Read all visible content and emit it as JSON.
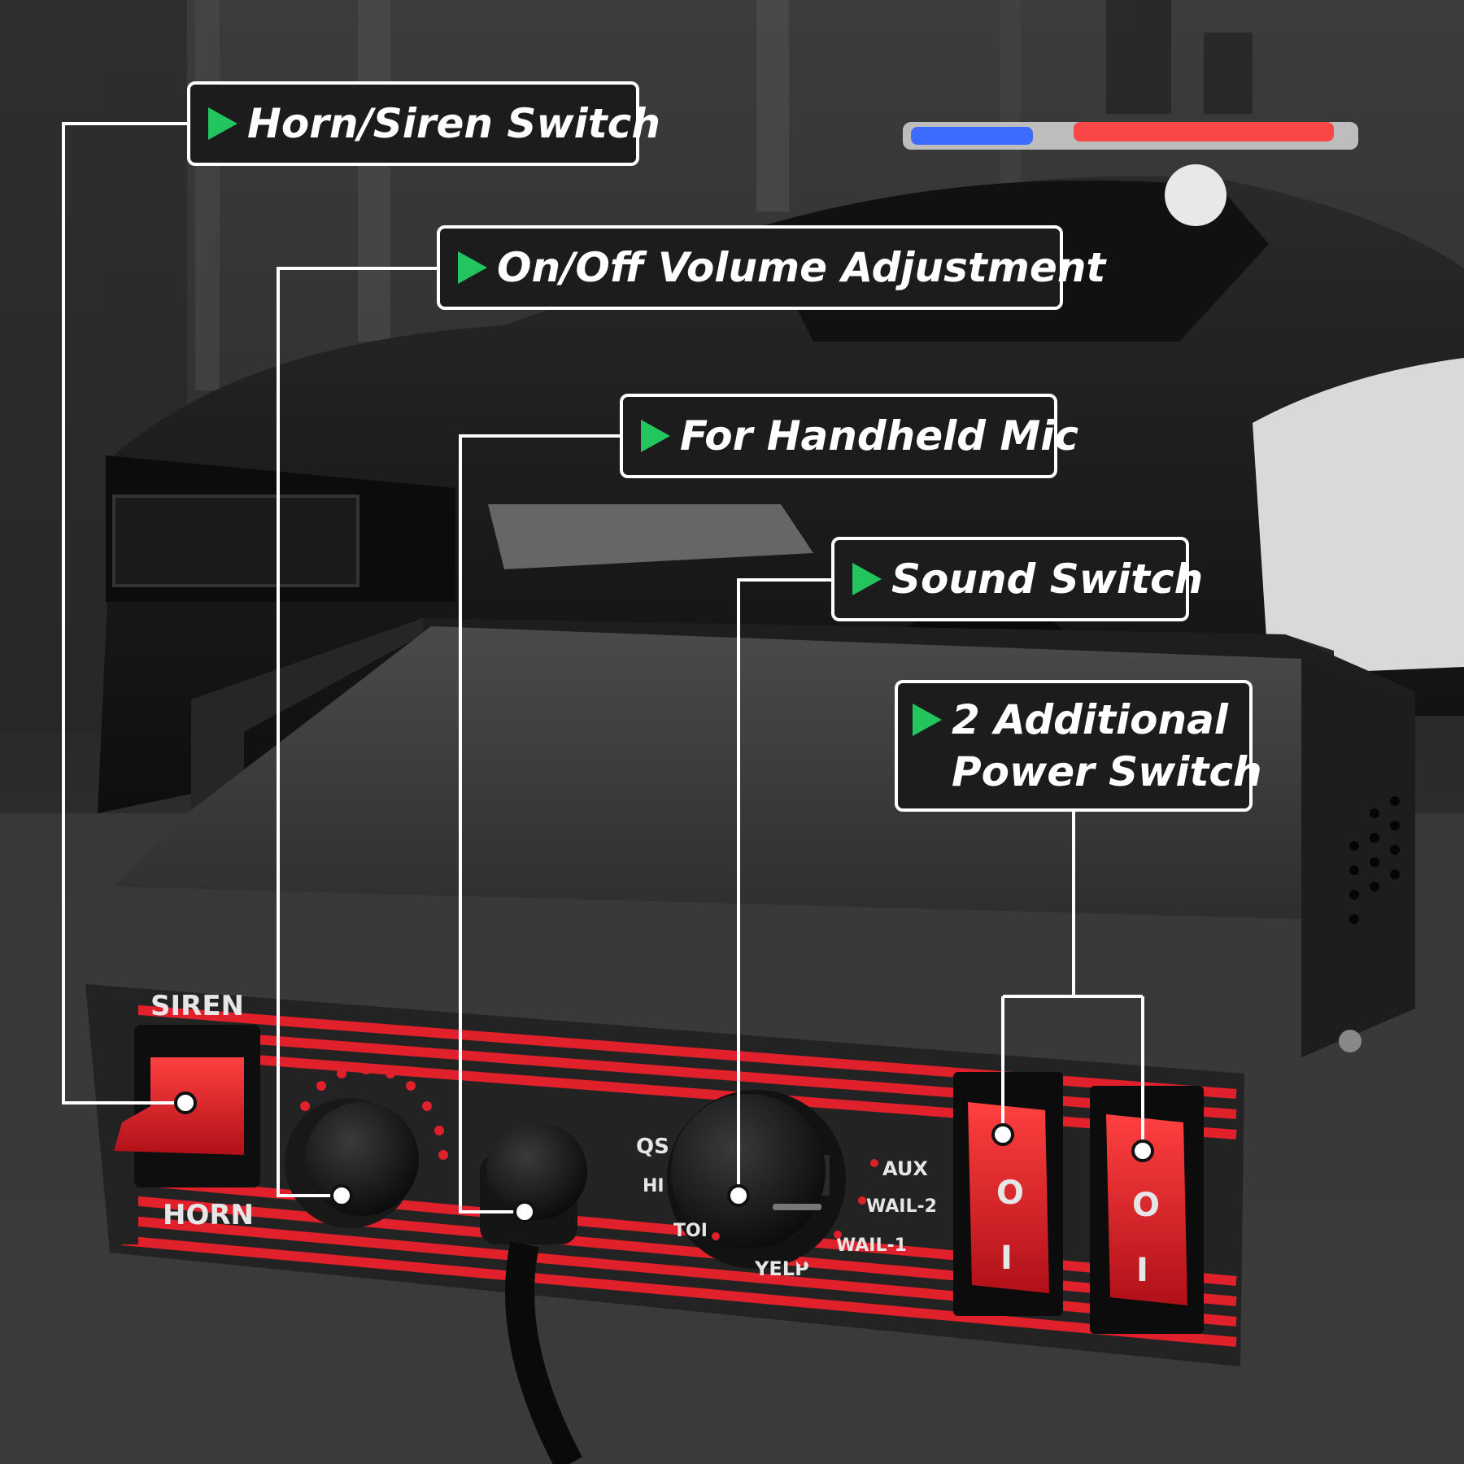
{
  "callouts": {
    "horn_siren": "Horn/Siren Switch",
    "volume": "On/Off Volume Adjustment",
    "mic": "For Handheld Mic",
    "sound": "Sound Switch",
    "power_line1": "2 Additional",
    "power_line2": "Power Switch"
  },
  "panel_labels": {
    "siren": "SIREN",
    "horn": "HORN",
    "aux": "AUX",
    "wail2": "WAIL-2",
    "wail1": "WAIL-1",
    "yelp": "YELP",
    "qs": "QS",
    "hi": "HI",
    "tone": "TOI",
    "rocker_on": "O",
    "rocker_off": "I"
  },
  "colors": {
    "accent_green": "#22c55e",
    "panel_red": "#e0202a",
    "box_black": "#2b2b2b"
  },
  "icons": [
    "arrow-right-icon"
  ]
}
